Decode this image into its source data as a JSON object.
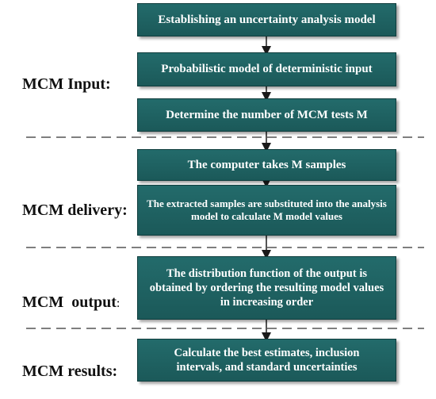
{
  "flowchart": {
    "boxes": [
      {
        "text": "Establishing an uncertainty analysis model"
      },
      {
        "text": "Probabilistic model of deterministic input"
      },
      {
        "text": "Determine the number of MCM tests M"
      },
      {
        "text": "The computer takes M samples"
      },
      {
        "text": "The extracted samples are substituted into the analysis model to calculate M model values"
      },
      {
        "text": "The distribution function of the output is obtained by ordering the resulting model values in increasing order"
      },
      {
        "text": "Calculate the best estimates, inclusion intervals, and standard uncertainties"
      }
    ],
    "stages": [
      {
        "label": "MCM Input:"
      },
      {
        "label": "MCM delivery:"
      },
      {
        "label": "MCM  output",
        "suffix": ":"
      },
      {
        "label": "MCM results:"
      }
    ]
  },
  "colors": {
    "box_fill": "#1f6262",
    "box_text": "#ffffff",
    "arrow": "#1a1a1a",
    "divider": "#333333"
  }
}
